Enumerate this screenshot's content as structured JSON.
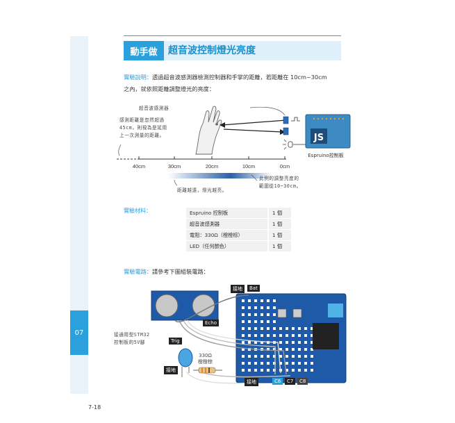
{
  "page": {
    "number": "7-18",
    "chapter": "07"
  },
  "header": {
    "tag": "動手做",
    "title": "超音波控制燈光亮度"
  },
  "intro": {
    "label": "實驗說明：",
    "line1": "透過超音波感測器檢測控制器和手掌的距離，若距離在  10cm~30cm",
    "line2": "之內，就依照距離調整燈光的亮度："
  },
  "diagram1": {
    "sensor_label": "超音波感測器",
    "note_left": [
      "感測距離是忽然超過",
      "45cm，則視為是延用",
      "上一次測量的距離。"
    ],
    "scale": [
      "40cm",
      "30cm",
      "20cm",
      "10cm",
      "0cm"
    ],
    "board_logo": "JS",
    "board_label": "Espruino控制板",
    "note_bottom": "距離越遠，燈光越亮。",
    "note_right": [
      "此例的調整亮度的",
      "範圍從10~30cm。"
    ]
  },
  "materials": {
    "label": "實驗材料：",
    "rows": [
      {
        "name": "Espruino 控制板",
        "qty": "1 個"
      },
      {
        "name": "超音波感測器",
        "qty": "1 個"
      },
      {
        "name": "電阻：330Ω（橙橙棕）",
        "qty": "1 個"
      },
      {
        "name": "LED（任何顏色）",
        "qty": "1 個"
      }
    ]
  },
  "circuit": {
    "label": "實驗電路：",
    "text": "請參考下圖組裝電路：",
    "tag_gnd_top": "接地",
    "tag_bat": "Bat",
    "tag_echo": "Echo",
    "tag_trig": "Trig",
    "note_stm": [
      "接通用型STM32",
      "控制板的5V腳"
    ],
    "resistor": "330Ω",
    "resistor_color": "橙橙棕",
    "tag_gnd_left": "接地",
    "tag_gnd_bottom": "接地",
    "pins": [
      "C6",
      "C7",
      "C8"
    ]
  },
  "colors": {
    "accent": "#2aa0dc",
    "board": "#1e5aa8",
    "title": "#1a8fce"
  }
}
